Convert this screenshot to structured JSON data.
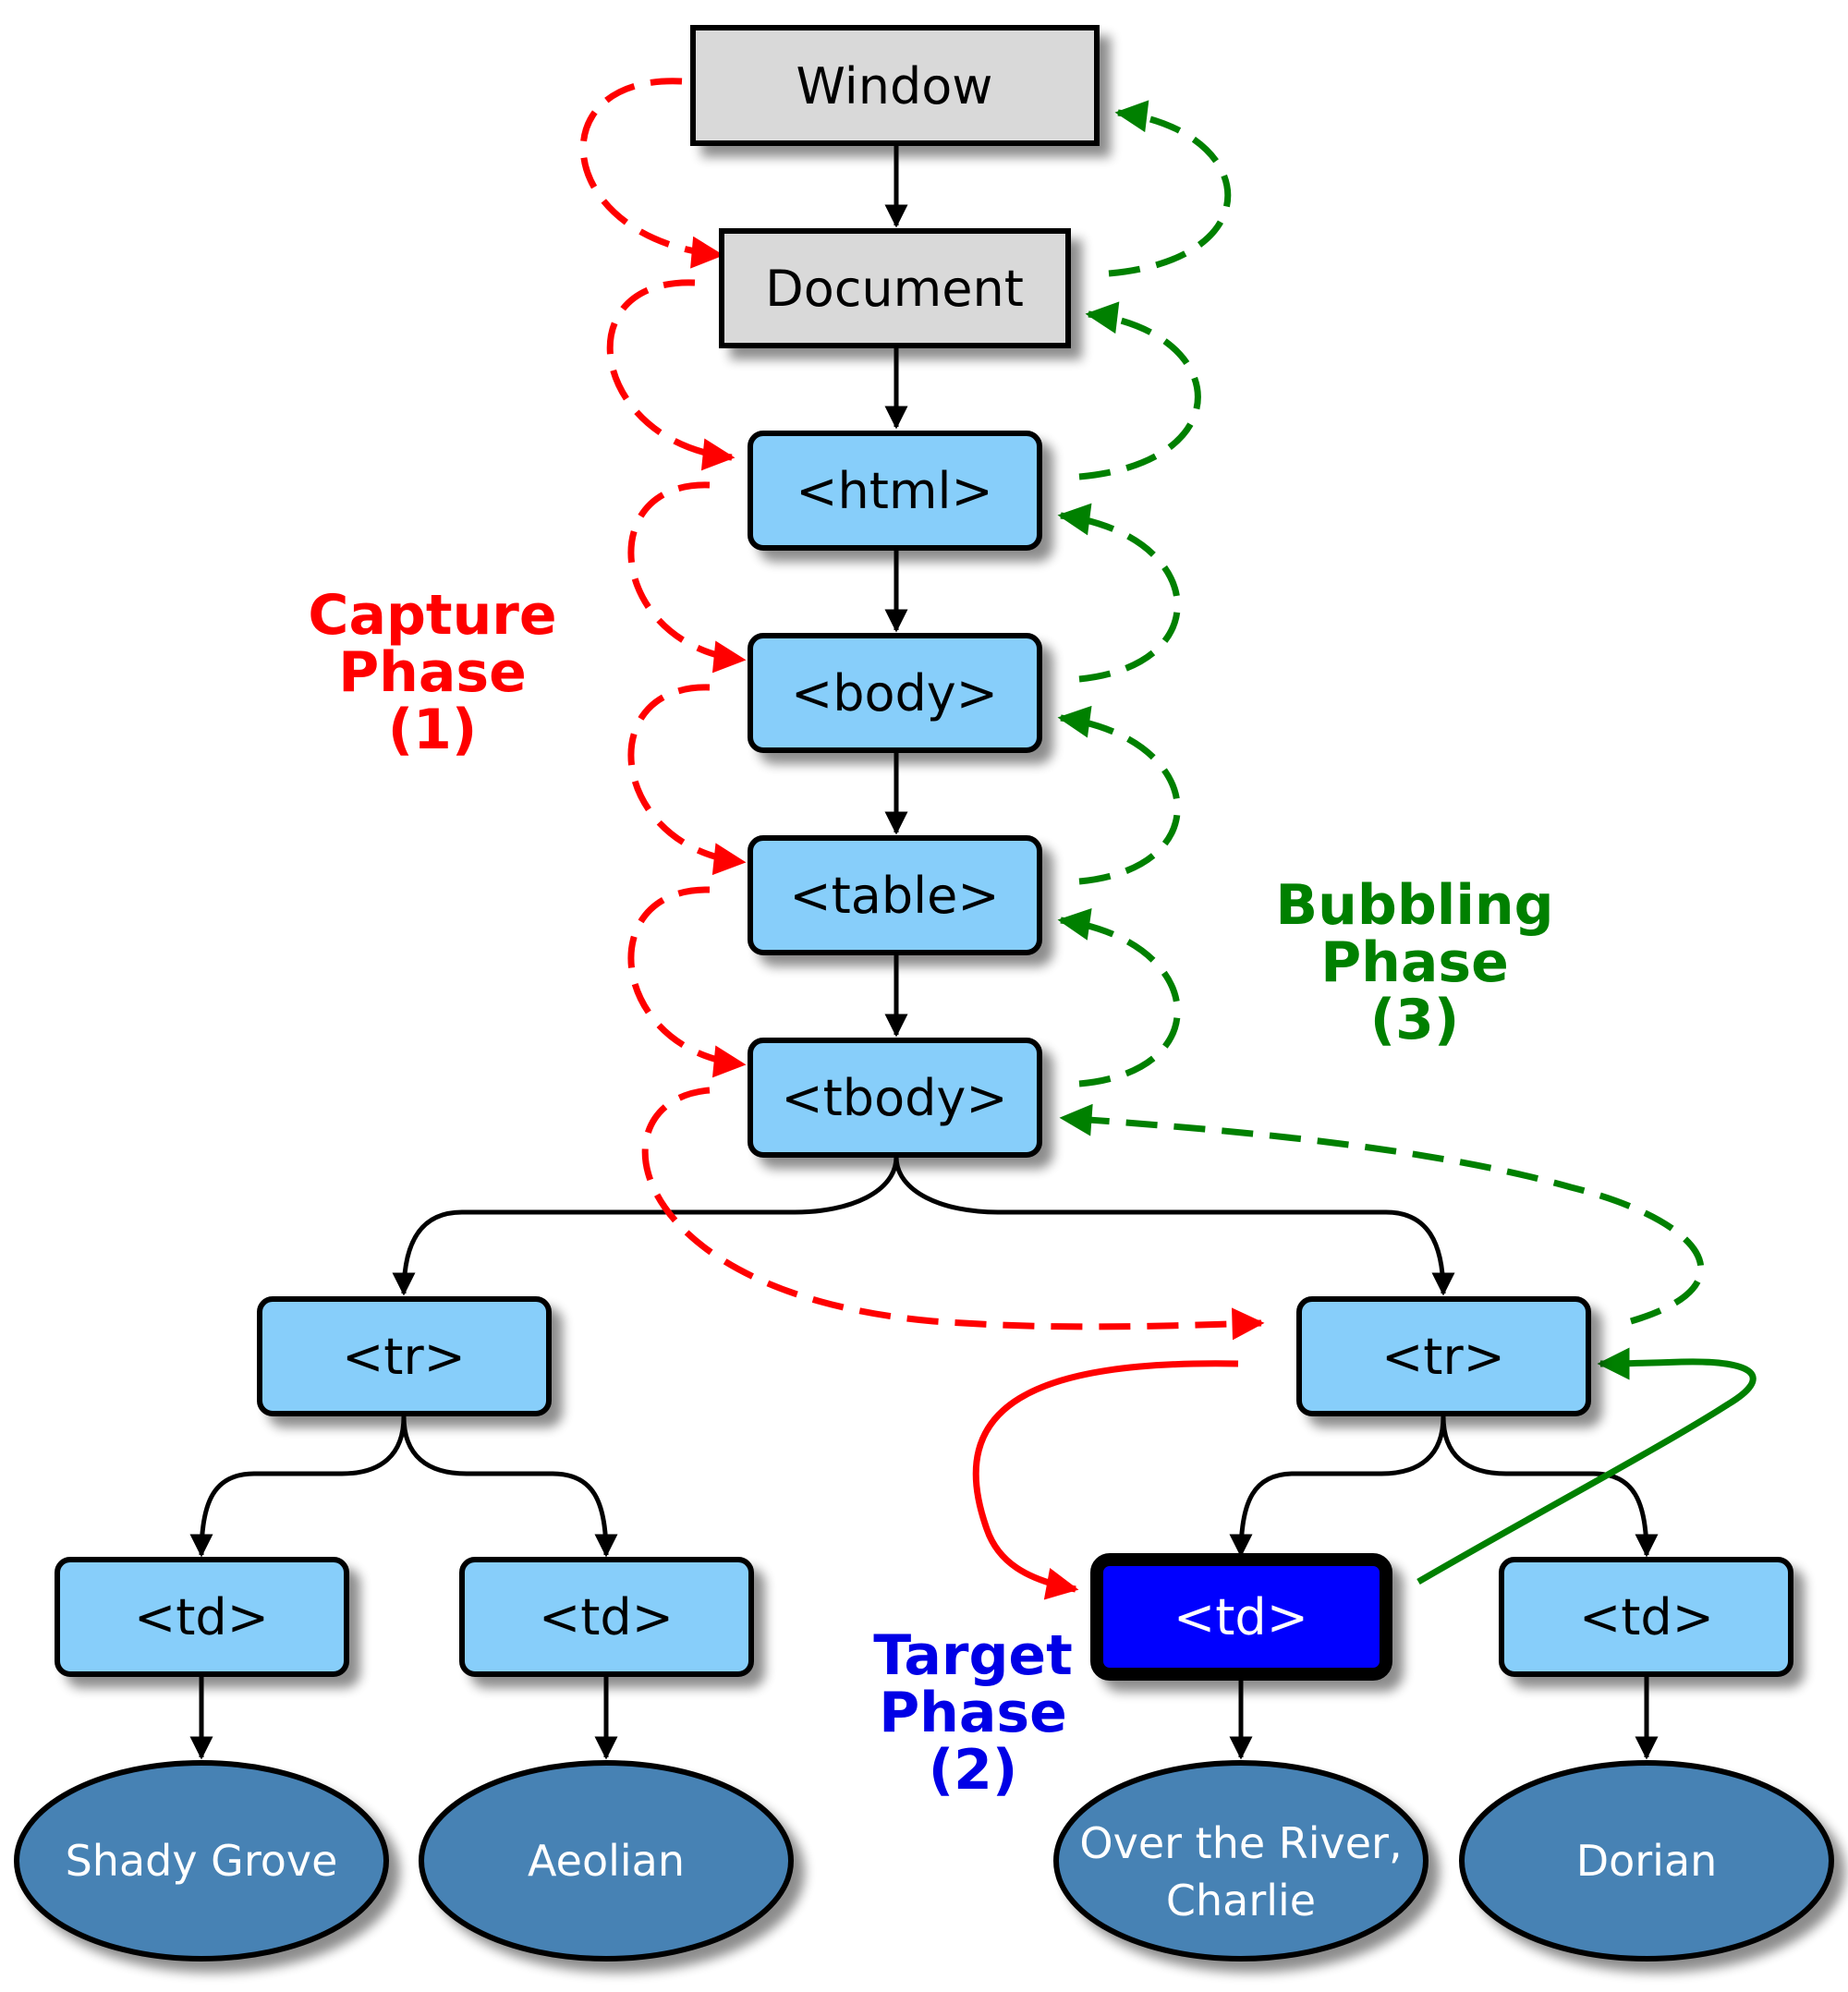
{
  "colors": {
    "doc_box": "#d9d9d9",
    "element_box": "#87cefa",
    "target_box": "#0000ff",
    "leaf_ellipse": "#4682b4",
    "capture": "#ff0000",
    "bubbling": "#008000",
    "target_text": "#0000e6",
    "tree_edge": "#000000"
  },
  "nodes": {
    "window": "Window",
    "document": "Document",
    "html": "<html>",
    "body": "<body>",
    "table": "<table>",
    "tbody": "<tbody>",
    "tr_left": "<tr>",
    "tr_right": "<tr>",
    "td_1": "<td>",
    "td_2": "<td>",
    "td_target": "<td>",
    "td_4": "<td>"
  },
  "leaves": {
    "leaf_1": "Shady Grove",
    "leaf_2": "Aeolian",
    "leaf_3_line1": "Over the River,",
    "leaf_3_line2": "Charlie",
    "leaf_4": "Dorian"
  },
  "phases": {
    "capture": {
      "line1": "Capture",
      "line2": "Phase",
      "line3": "(1)"
    },
    "target": {
      "line1": "Target",
      "line2": "Phase",
      "line3": "(2)"
    },
    "bubbling": {
      "line1": "Bubbling",
      "line2": "Phase",
      "line3": "(3)"
    }
  }
}
